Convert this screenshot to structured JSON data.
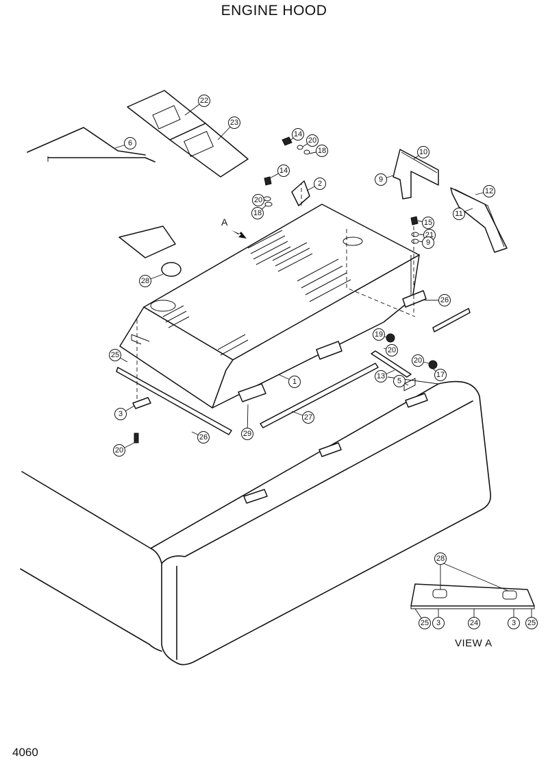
{
  "title": "ENGINE HOOD",
  "page_number": "4060",
  "view_arrow_label": "A",
  "view_caption": "VIEW  A",
  "callouts": [
    "22",
    "23",
    "6",
    "14",
    "20",
    "18",
    "14",
    "2",
    "20",
    "18",
    "10",
    "9",
    "12",
    "11",
    "15",
    "21",
    "9",
    "28",
    "26",
    "25",
    "19",
    "20",
    "13",
    "20",
    "17",
    "5",
    "1",
    "3",
    "20",
    "26",
    "29",
    "27",
    "28",
    "25",
    "3",
    "24",
    "3",
    "25"
  ],
  "colors": {
    "ink": "#111111",
    "paper": "#ffffff"
  }
}
